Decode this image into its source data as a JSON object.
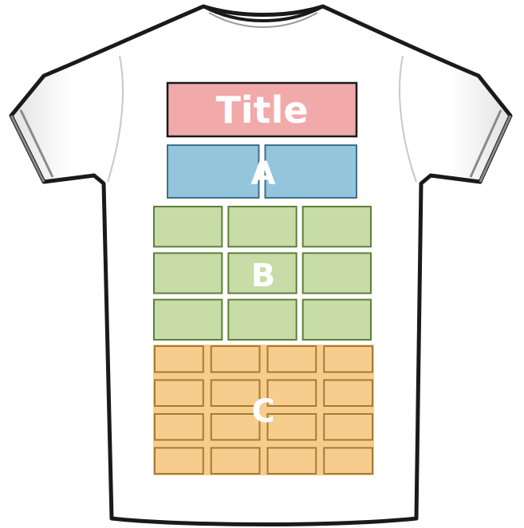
{
  "labels": {
    "title": "Title",
    "a": "A",
    "b": "B",
    "c": "C"
  },
  "colors": {
    "title_fill": "#f1a9a9",
    "a_fill": "#93c6dd",
    "b_fill": "#c7dca6",
    "c_fill": "#f6cd8d",
    "outline": "#1a1a1a",
    "shirt_fill": "#ffffff"
  },
  "sections": {
    "a": {
      "rows": 1,
      "cols": 2
    },
    "b": {
      "rows": 3,
      "cols": 3
    },
    "c": {
      "rows": 4,
      "cols": 4
    }
  }
}
